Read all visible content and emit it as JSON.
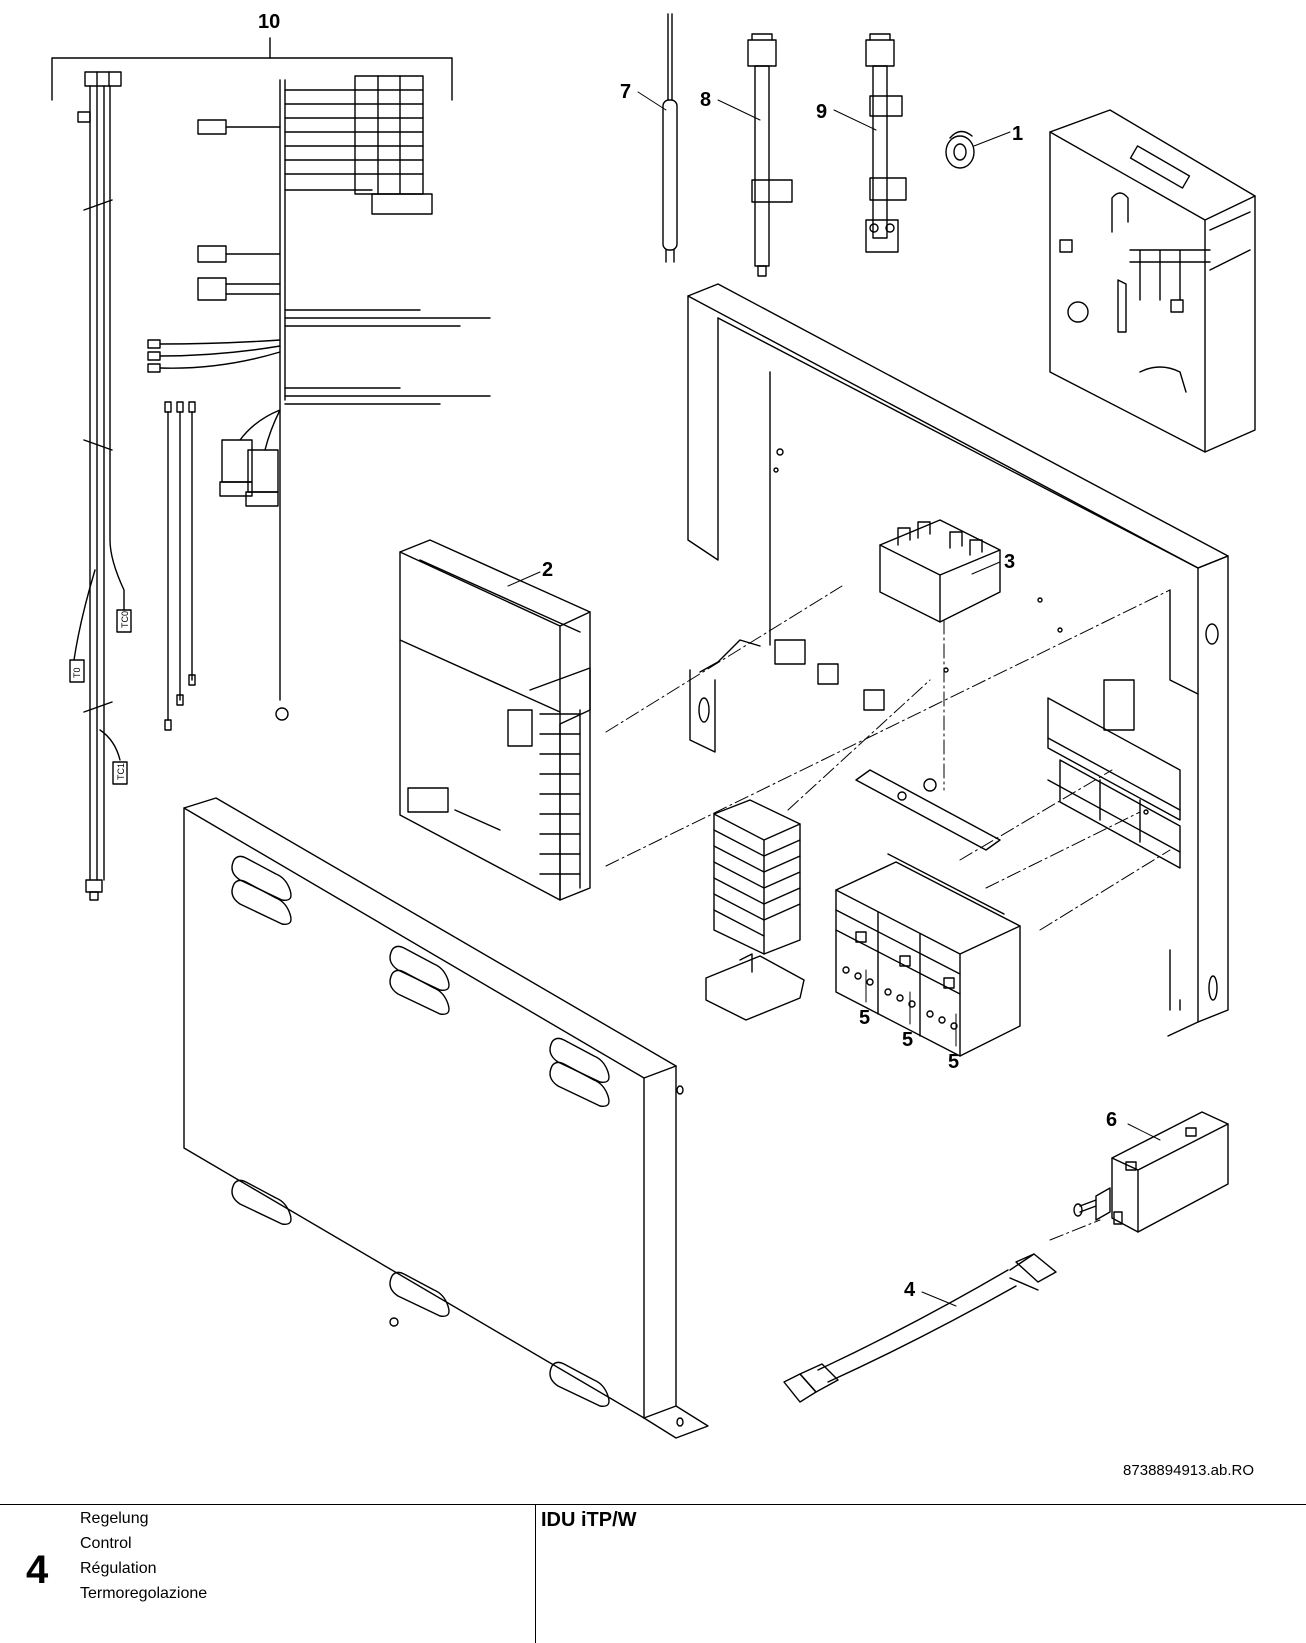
{
  "callouts": [
    {
      "id": "c10",
      "label": "10"
    },
    {
      "id": "c7",
      "label": "7"
    },
    {
      "id": "c8",
      "label": "8"
    },
    {
      "id": "c9",
      "label": "9"
    },
    {
      "id": "c1",
      "label": "1"
    },
    {
      "id": "c2",
      "label": "2"
    },
    {
      "id": "c3",
      "label": "3"
    },
    {
      "id": "c5a",
      "label": "5"
    },
    {
      "id": "c5b",
      "label": "5"
    },
    {
      "id": "c5c",
      "label": "5"
    },
    {
      "id": "c6",
      "label": "6"
    },
    {
      "id": "c4",
      "label": "4"
    }
  ],
  "sensor_tags": {
    "tc0": "TC0",
    "t0": "T0",
    "tc1": "TC1"
  },
  "document_id": "8738894913.ab.RO",
  "footer": {
    "chapter_number": "4",
    "chapter_names": [
      "Regelung",
      "Control",
      "Régulation",
      "Termoregolazione"
    ],
    "model_title": "IDU iTP/W"
  }
}
